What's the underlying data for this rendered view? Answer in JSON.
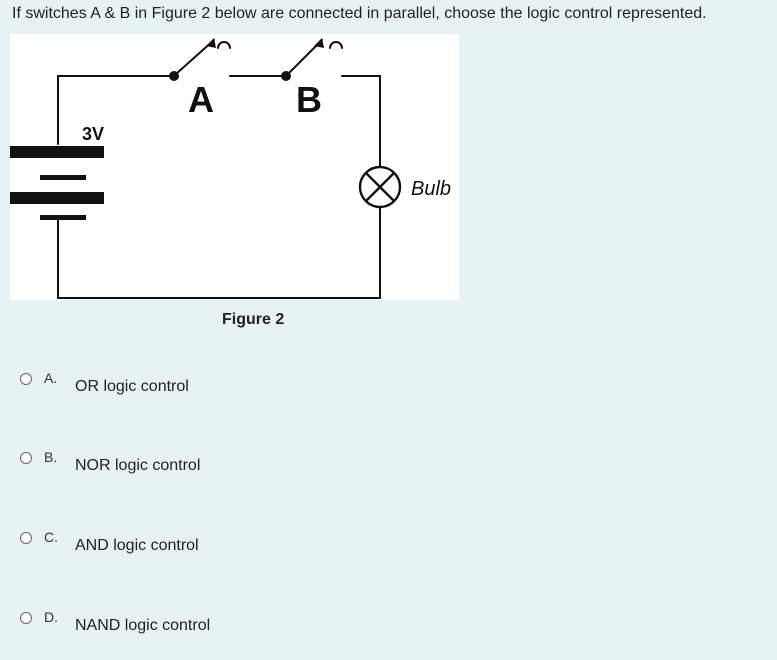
{
  "question": {
    "text": "If switches A & B in Figure 2 below are connected in parallel, choose the logic control represented."
  },
  "figure": {
    "caption": "Figure 2",
    "battery_label": "3V",
    "switch_a_label": "A",
    "switch_b_label": "B",
    "bulb_label": "Bulb"
  },
  "options": [
    {
      "letter": "A.",
      "text": "OR logic control"
    },
    {
      "letter": "B.",
      "text": "NOR logic control"
    },
    {
      "letter": "C.",
      "text": "AND logic control"
    },
    {
      "letter": "D.",
      "text": "NAND logic control"
    }
  ]
}
